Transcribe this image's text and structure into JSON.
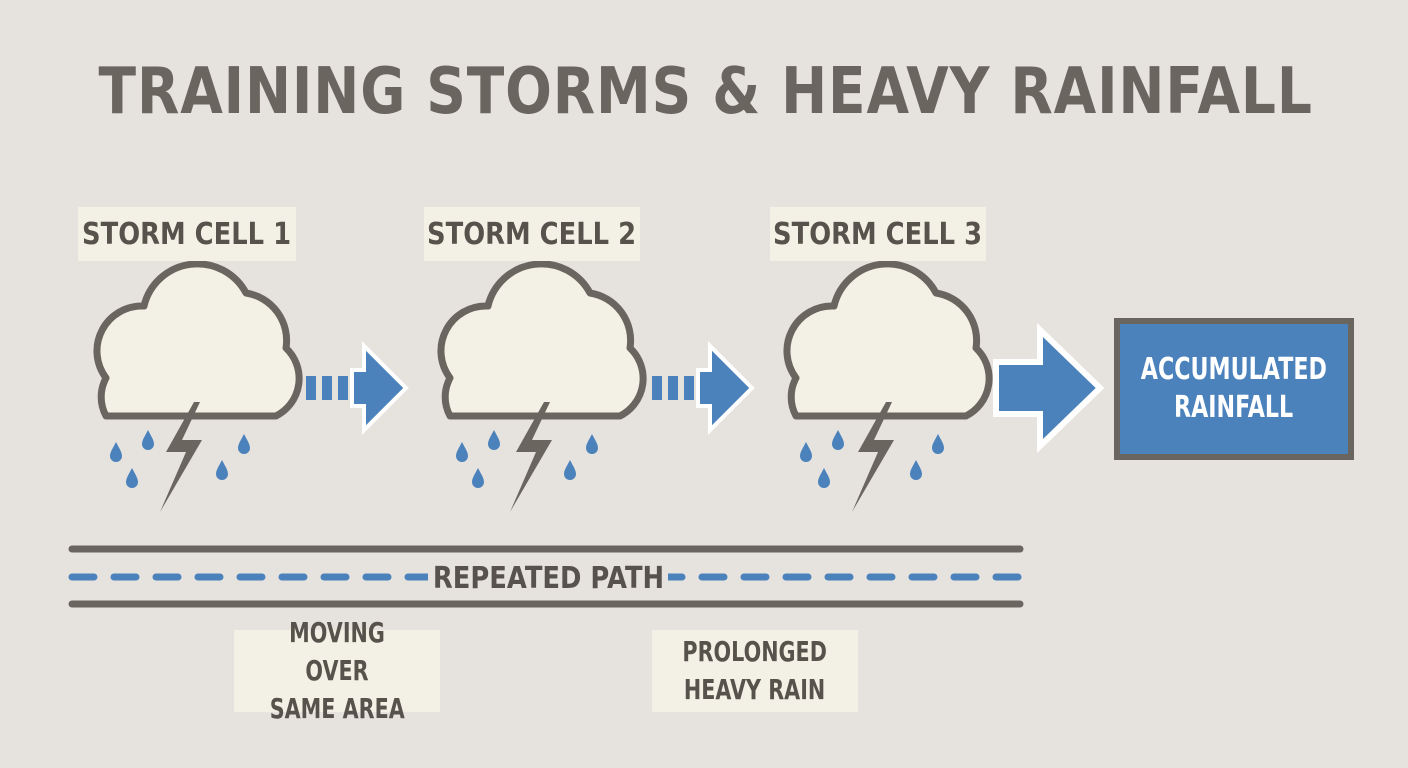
{
  "title": "TRAINING STORMS & HEAVY RAINFALL",
  "cells": [
    {
      "label": "STORM CELL 1"
    },
    {
      "label": "STORM CELL 2"
    },
    {
      "label": "STORM CELL 3"
    }
  ],
  "result": {
    "line1": "ACCUMULATED",
    "line2": "RAINFALL"
  },
  "path": {
    "label": "REPEATED PATH"
  },
  "notes": [
    {
      "line1": "MOVING OVER",
      "line2": "SAME AREA"
    },
    {
      "line1": "PROLONGED",
      "line2": "HEAVY RAIN"
    }
  ],
  "colors": {
    "background": "#e6e3de",
    "cloud_fill": "#f3f1e6",
    "outline": "#6a655e",
    "accent_blue": "#4b82bc",
    "text": "#57524b"
  }
}
